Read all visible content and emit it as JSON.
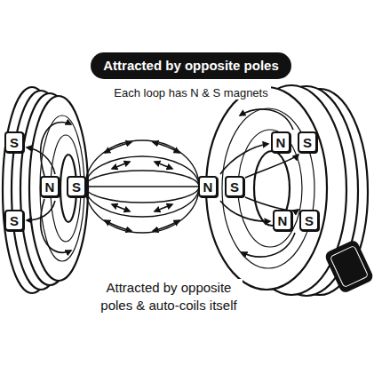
{
  "diagram": {
    "title": "Attracted by opposite poles",
    "caption": "Attracted by opposite poles & auto-coils itself",
    "nodes": [
      {
        "text": [
          "S"
        ]
      },
      {
        "text": [
          "N"
        ]
      },
      {
        "text": [
          "S"
        ]
      },
      {
        "text": [
          "N"
        ]
      },
      {
        "text": [
          "S"
        ]
      },
      {
        "text": [
          "N"
        ]
      },
      {
        "text": [
          "S"
        ]
      },
      {
        "text": [
          "S"
        ]
      },
      {
        "text": [
          "N"
        ]
      },
      {
        "text": [
          "S"
        ]
      }
    ],
    "labels": [
      "Each loop has N & S magnets"
    ]
  }
}
